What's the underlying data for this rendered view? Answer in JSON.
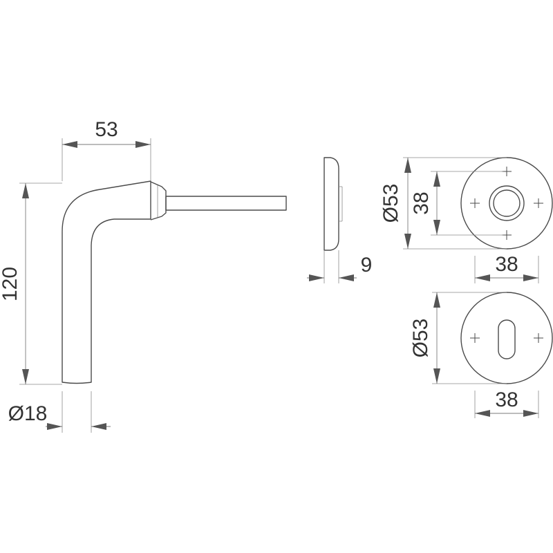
{
  "dimensions": {
    "lever_projection": "53",
    "lever_height": "120",
    "lever_diameter": "Ø18",
    "rose_thickness": "9",
    "rose_diameter_top": "Ø53",
    "rose_inner_height": "38",
    "rose_width_top": "38",
    "escutcheon_diameter": "Ø53",
    "escutcheon_width": "38"
  },
  "colors": {
    "line": "#4a4a4a",
    "dimension_line": "#7a7a7a",
    "text": "#333333",
    "background": "#ffffff"
  }
}
